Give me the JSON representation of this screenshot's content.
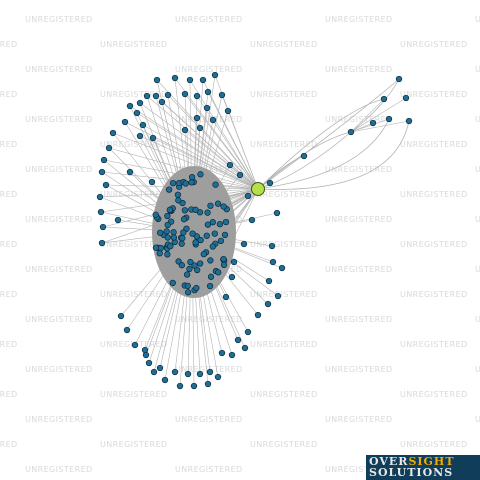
{
  "watermark": {
    "text": "UNREGISTERED",
    "color": "#d9d9d9"
  },
  "logo": {
    "line1_part1": "OVER",
    "line1_part2": "SIGHT",
    "line2": "SOLUTIONS",
    "background": "#0f3d5a",
    "accent": "#f2a900"
  },
  "network": {
    "node_fill": "#1f6e96",
    "node_stroke": "#0b2a3a",
    "hub_fill": "#b5e04a",
    "edge_color": "#b3b3b3",
    "cluster_fill": "#9e9e9e",
    "hub": "focus",
    "outer_nodes_count": 78,
    "cluster_nodes_count": 95,
    "right_group_count": 9
  }
}
